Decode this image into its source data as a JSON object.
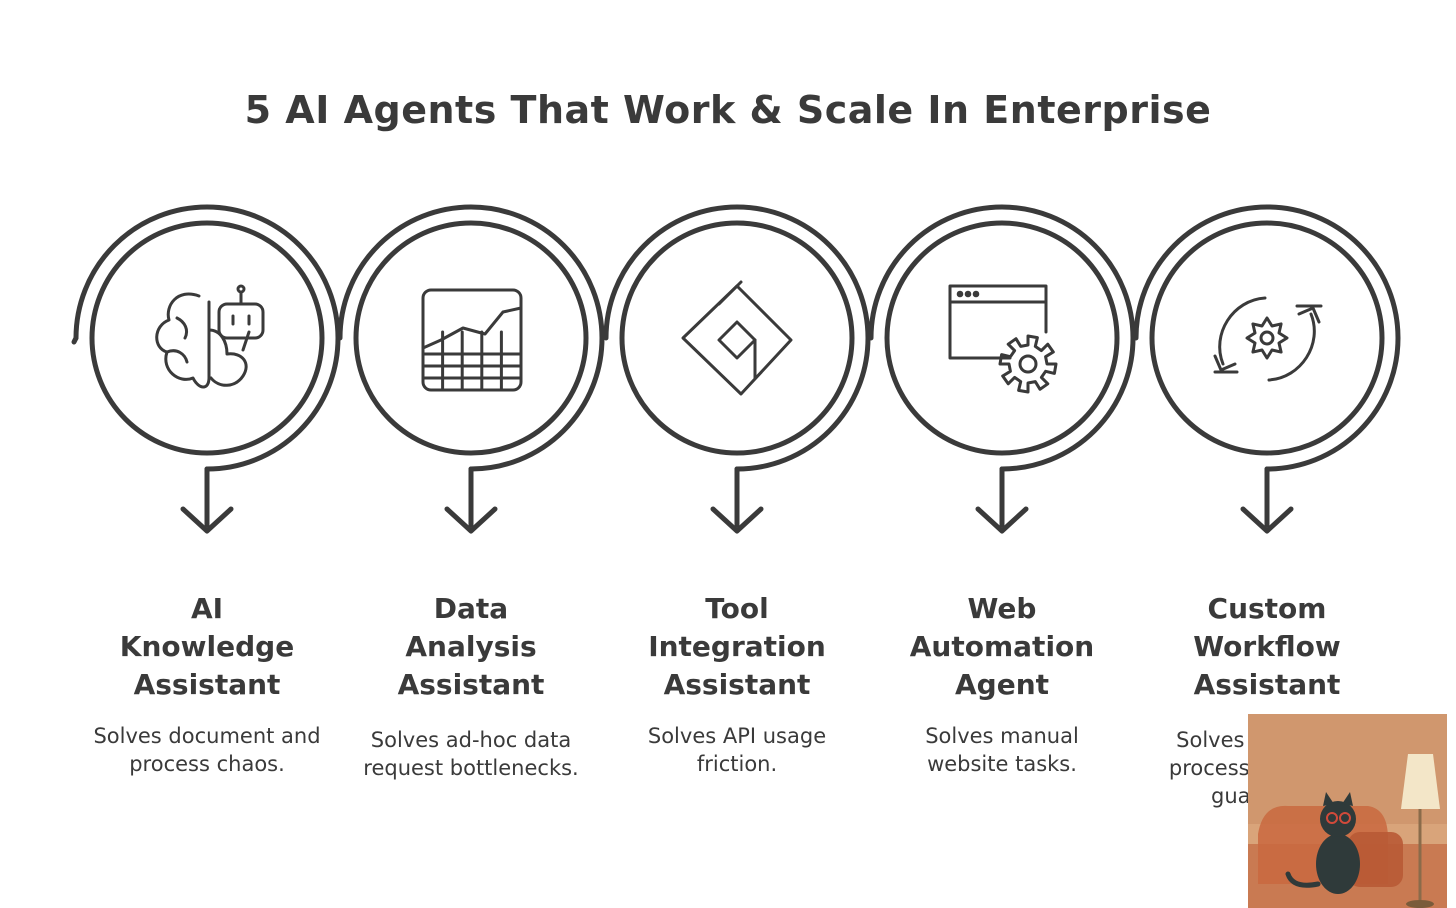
{
  "title": "5 AI Agents That Work & Scale In Enterprise",
  "stroke_color": "#3a3a3a",
  "steps": [
    {
      "icon": "brain-robot-icon",
      "name_lines": [
        "AI",
        "Knowledge",
        "Assistant"
      ],
      "description": "Solves document and process chaos."
    },
    {
      "icon": "data-grid-chart-icon",
      "name_lines": [
        "Data",
        "Analysis",
        "Assistant"
      ],
      "description": "Solves ad-hoc data request bottlenecks."
    },
    {
      "icon": "integration-diamond-icon",
      "name_lines": [
        "Tool",
        "Integration",
        "Assistant"
      ],
      "description": "Solves API usage friction."
    },
    {
      "icon": "browser-gear-icon",
      "name_lines": [
        "Web",
        "Automation",
        "Agent"
      ],
      "description": "Solves manual website tasks."
    },
    {
      "icon": "cycle-gear-icon",
      "name_lines": [
        "Custom",
        "Workflow",
        "Assistant"
      ],
      "description": "Solves multi-step processes needing guardrails."
    }
  ]
}
